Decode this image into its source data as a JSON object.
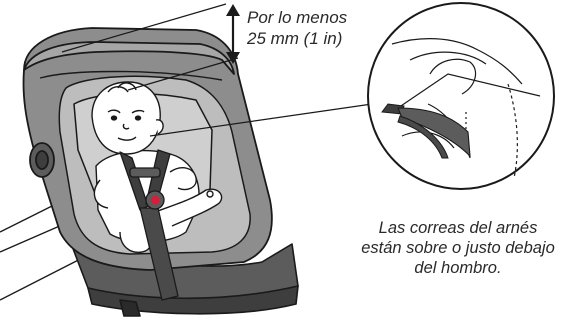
{
  "callouts": {
    "clearance": {
      "line1": "Por lo menos",
      "line2": "25 mm (1 in)"
    },
    "harness": {
      "line1": "Las correas del arnés",
      "line2": "están sobre o justo debajo",
      "line3": "del hombro."
    }
  },
  "colors": {
    "outline": "#1a1a1a",
    "seat_dark": "#5c5c5c",
    "seat_mid": "#8d8d8d",
    "seat_light": "#bdbdbd",
    "pad_light": "#d4d4d4",
    "skin": "#ffffff",
    "buckle_red": "#d21f3c"
  },
  "icons": {
    "clearance_arrow": "double-headed-vertical-arrow",
    "magnifier": "circular-detail-inset"
  }
}
